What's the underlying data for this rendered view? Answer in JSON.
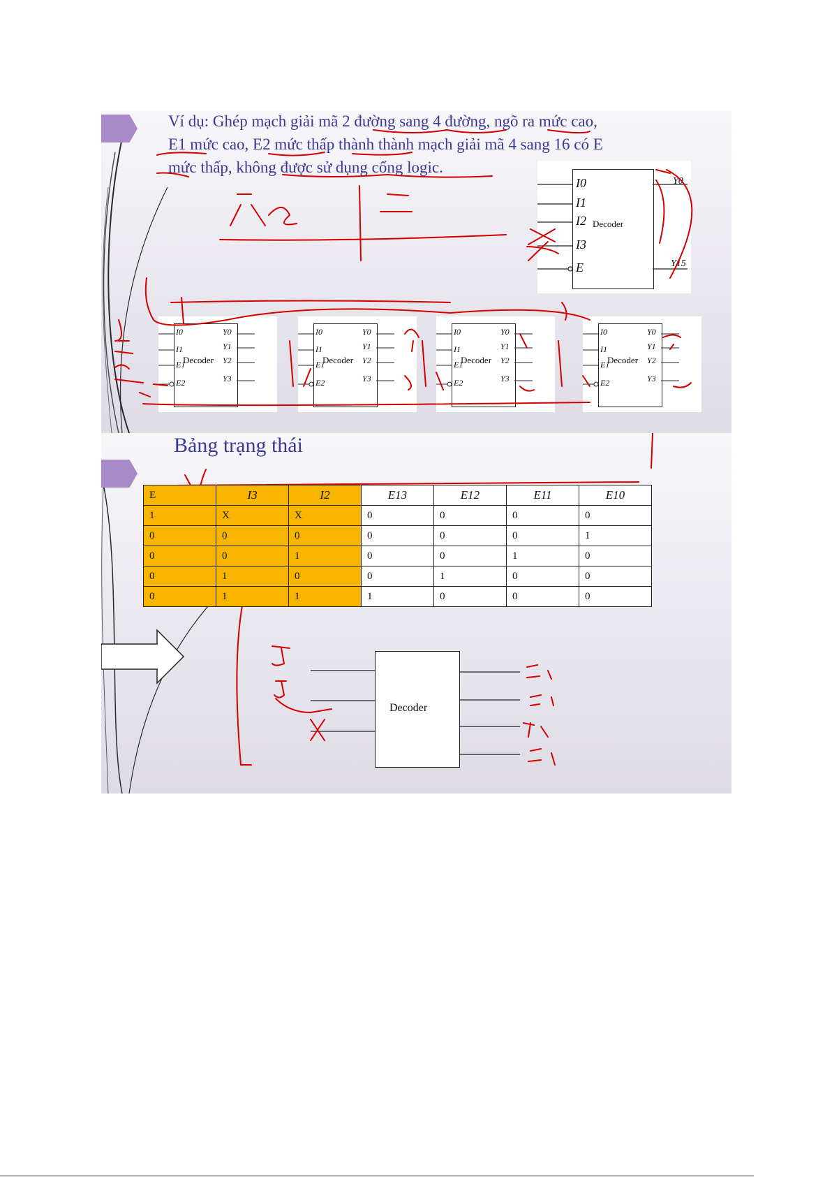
{
  "slide1": {
    "title_lines": [
      "Ví dụ: Ghép mạch giải mã 2 đường sang 4 đường, ngõ ra mức cao,",
      "E1 mức cao, E2 mức thấp thành thành mạch giải mã 4 sang 16 có E",
      "mức thấp, không được sử dụng cổng logic."
    ],
    "big_decoder": {
      "label": "Decoder",
      "inputs": [
        "I0",
        "I1",
        "I2",
        "I3",
        "E"
      ],
      "outputs": [
        "Y0",
        "Y15"
      ]
    },
    "small_decoders": [
      {
        "label": "Decoder",
        "inputs": [
          "I0",
          "I1",
          "E1",
          "E2"
        ],
        "outputs": [
          "Y0",
          "Y1",
          "Y2",
          "Y3"
        ]
      },
      {
        "label": "Decoder",
        "inputs": [
          "I0",
          "I1",
          "E1",
          "E2"
        ],
        "outputs": [
          "Y0",
          "Y1",
          "Y2",
          "Y3"
        ]
      },
      {
        "label": "Decoder",
        "inputs": [
          "I0",
          "I1",
          "E1",
          "E2"
        ],
        "outputs": [
          "Y0",
          "Y1",
          "Y2",
          "Y3"
        ]
      },
      {
        "label": "Decoder",
        "inputs": [
          "I0",
          "I1",
          "E1",
          "E2"
        ],
        "outputs": [
          "Y0",
          "Y1",
          "Y2",
          "Y3"
        ]
      }
    ]
  },
  "slide2": {
    "title": "Bảng trạng thái",
    "table": {
      "headers": [
        "E",
        "I3",
        "I2",
        "E13",
        "E12",
        "E11",
        "E10"
      ],
      "rows": [
        [
          "1",
          "X",
          "X",
          "0",
          "0",
          "0",
          "0"
        ],
        [
          "0",
          "0",
          "0",
          "0",
          "0",
          "0",
          "1"
        ],
        [
          "0",
          "0",
          "1",
          "0",
          "0",
          "1",
          "0"
        ],
        [
          "0",
          "1",
          "0",
          "0",
          "1",
          "0",
          "0"
        ],
        [
          "0",
          "1",
          "1",
          "1",
          "0",
          "0",
          "0"
        ]
      ]
    },
    "decoder_label": "Decoder"
  },
  "colors": {
    "slide_text": "#3a3a96",
    "accent_tab": "#a98ac9",
    "highlight": "#f7b500",
    "ink": "#d40000"
  }
}
